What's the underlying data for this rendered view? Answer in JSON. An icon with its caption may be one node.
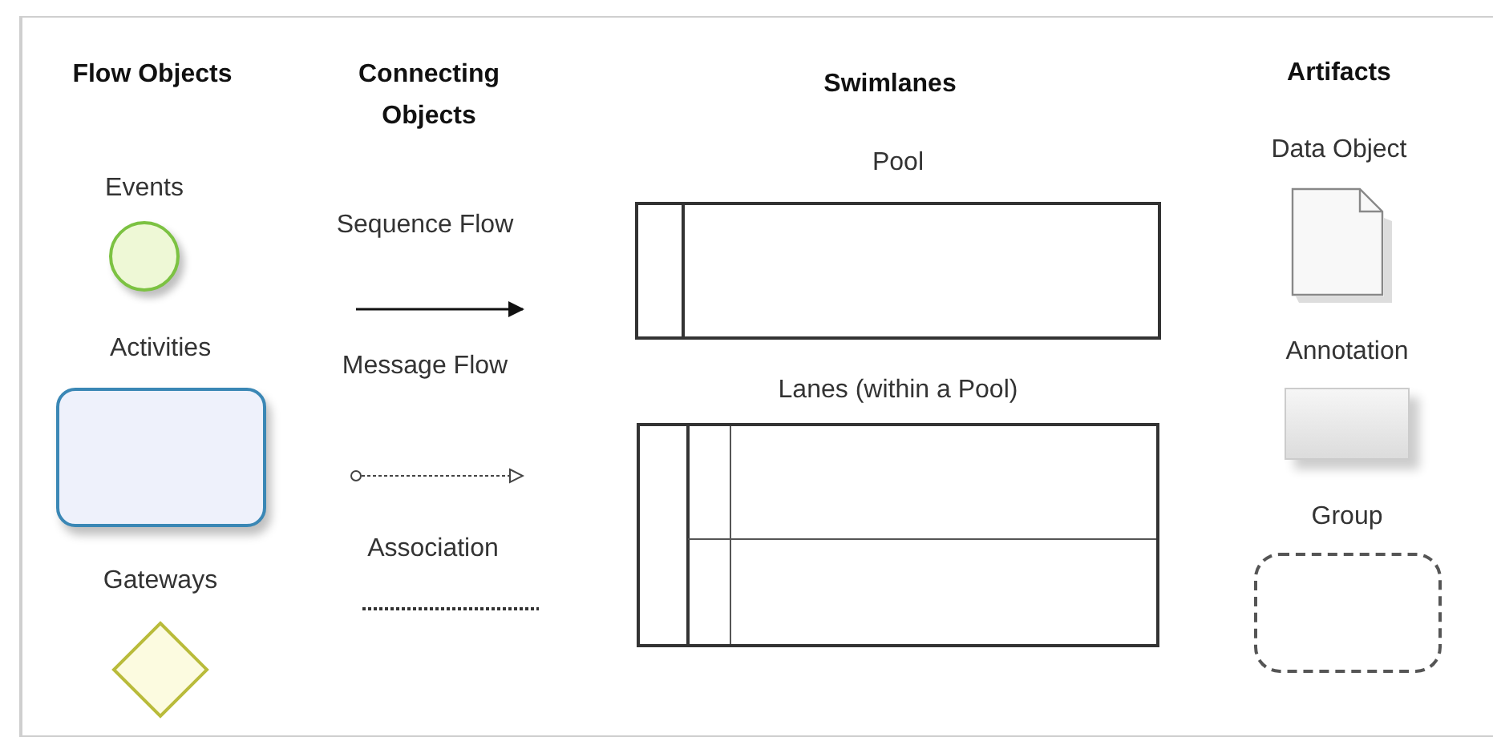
{
  "diagram": {
    "nodes": [
      {
        "text": [
          "Events"
        ]
      },
      {
        "text": [
          "Activities"
        ]
      },
      {
        "text": [
          "Gateways"
        ]
      },
      {
        "text": [
          "Pool"
        ]
      },
      {
        "text": [
          "Lanes (within a Pool)"
        ]
      },
      {
        "text": [
          "Data Object"
        ]
      },
      {
        "text": [
          "Annotation"
        ]
      },
      {
        "text": [
          "Group"
        ]
      }
    ],
    "labels": [
      "Flow Objects",
      "Connecting Objects",
      "Sequence Flow",
      "Message Flow",
      "Association",
      "Swimlanes",
      "Artifacts"
    ]
  }
}
